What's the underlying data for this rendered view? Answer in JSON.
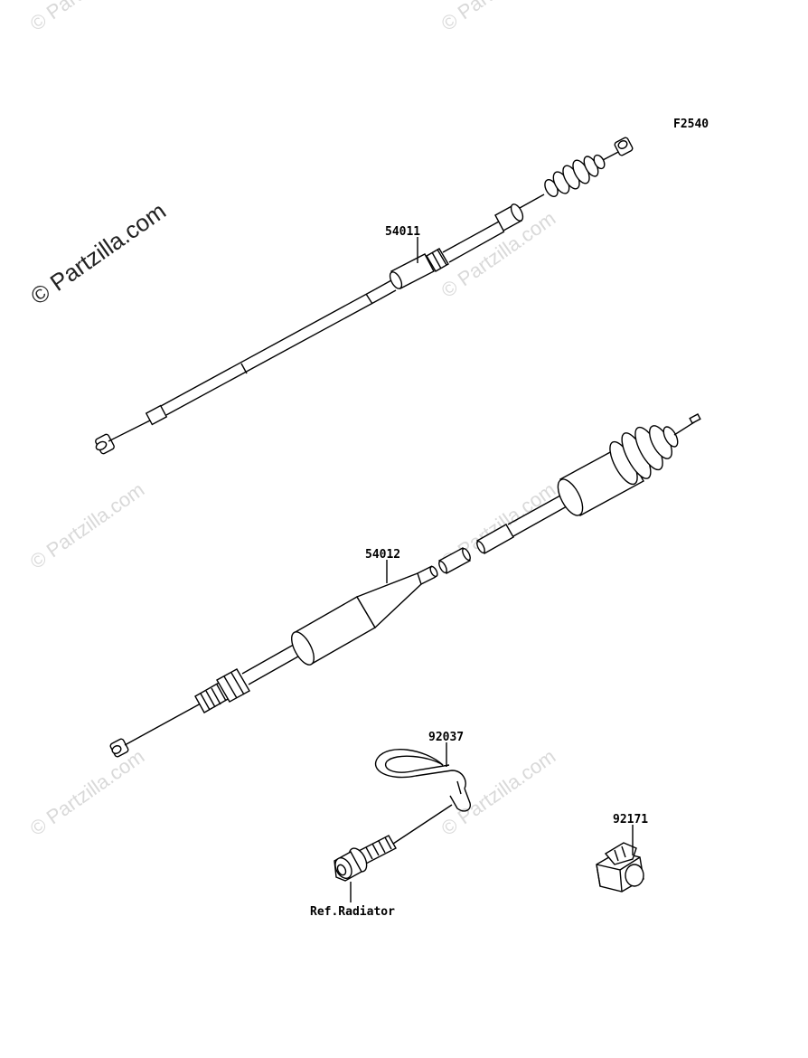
{
  "figure_code": "F2540",
  "watermark_main": "© Partzilla.com",
  "watermark_faint": "© Partzilla.com",
  "parts": {
    "p1": "54011",
    "p2": "54012",
    "p3": "92037",
    "p4": "92171"
  },
  "reference_label": "Ref.Radiator",
  "colors": {
    "line": "#000000",
    "watermark": "#d9d9d9"
  }
}
